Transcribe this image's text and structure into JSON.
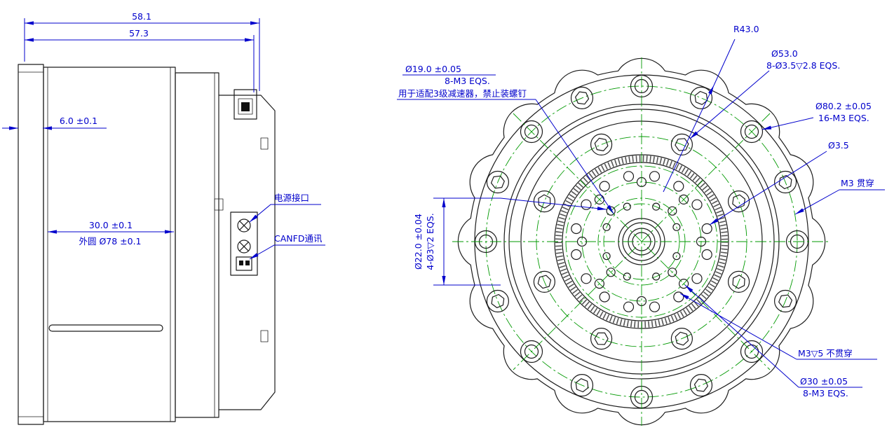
{
  "colors": {
    "dimension": "#0000cc",
    "centerline": "#009900",
    "outline": "#1c1c1c"
  },
  "side_view": {
    "dim_total_width": "58.1",
    "dim_body_width": "57.3",
    "dim_flange_thickness": "6.0 ±0.1",
    "dim_mount_depth": "30.0 ±0.1",
    "dim_outer_circle": "外圆 Ø78 ±0.1",
    "label_power_port": "电源接口",
    "label_canfd_port": "CANFD通讯"
  },
  "front_view": {
    "dim_radius_outer": "R43.0",
    "dim_bc53_line1": "Ø53.0",
    "dim_bc53_line2": "8-Ø3.5▽2.8 EQS.",
    "dim_bc19_line1": "Ø19.0 ±0.05",
    "dim_bc19_line2": "8-M3 EQS.",
    "dim_bc19_note": "用于适配3级减速器，禁止装螺钉",
    "dim_bc80_line1": "Ø80.2 ±0.05",
    "dim_bc80_line2": "16-M3 EQS.",
    "dim_hole_35": "Ø3.5",
    "dim_m3_through": "M3 贯穿",
    "dim_bc22_line1": "Ø22.0 ±0.04",
    "dim_bc22_line2": "4-Ø3▽2 EQS.",
    "dim_m3_blind": "M3▽5 不贯穿",
    "dim_bc30_line1": "Ø30 ±0.05",
    "dim_bc30_line2": "8-M3 EQS."
  }
}
